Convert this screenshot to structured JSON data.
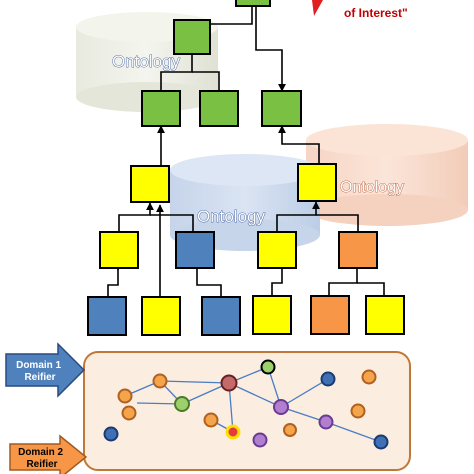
{
  "labels": {
    "interest": "of Interest\"",
    "ontology_top": "Ontology",
    "ontology_middle": "Ontology",
    "ontology_right": "Ontology",
    "domain1": "Domain 1\nReifier",
    "domain2": "Domain 2\nReifier"
  },
  "colors": {
    "green": "#7ac143",
    "yellow": "#ffff00",
    "blue": "#4f81bd",
    "orange": "#f79646",
    "node_orange": "#f4a44a",
    "node_green": "#9bd06a",
    "node_purple": "#b07fd0",
    "node_blue": "#3f6fb4",
    "node_red": "#e53b3b",
    "node_darkred": "#b04848",
    "edge": "#4a7cc4",
    "panel_fill": "#fbeee0",
    "panel_stroke": "#c07838"
  }
}
